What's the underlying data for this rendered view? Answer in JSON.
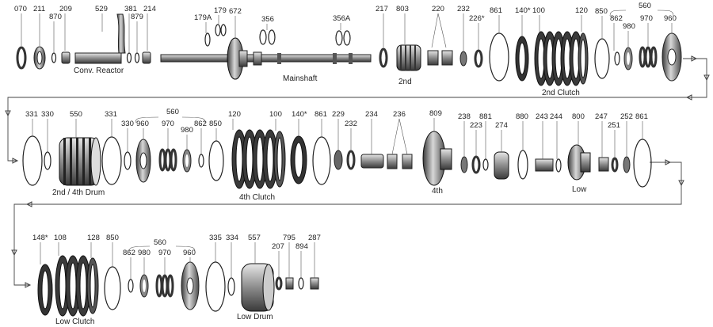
{
  "part_numbers": {
    "row1": [
      "070",
      "211",
      "870",
      "209",
      "529",
      "381",
      "879",
      "214",
      "179A",
      "179",
      "672",
      "356",
      "356A",
      "217",
      "803",
      "220",
      "232",
      "226*",
      "861",
      "140*",
      "100",
      "120",
      "850",
      "560",
      "862",
      "980",
      "970",
      "960"
    ],
    "row2": [
      "331",
      "330",
      "550",
      "331",
      "560",
      "330",
      "960",
      "970",
      "980",
      "862",
      "850",
      "120",
      "100",
      "140*",
      "861",
      "229",
      "232",
      "234",
      "236",
      "809",
      "238",
      "223",
      "881",
      "274",
      "880",
      "243",
      "244",
      "800",
      "247",
      "251",
      "252",
      "861"
    ],
    "row3": [
      "148*",
      "108",
      "128",
      "850",
      "560",
      "862",
      "980",
      "970",
      "960",
      "335",
      "334",
      "557",
      "207",
      "795",
      "894",
      "287"
    ]
  },
  "captions": {
    "conv_reactor": "Conv. Reactor",
    "mainshaft": "Mainshaft",
    "second": "2nd",
    "second_clutch": "2nd Clutch",
    "drum_2nd_4th": "2nd / 4th Drum",
    "fourth_clutch": "4th Clutch",
    "fourth": "4th",
    "low": "Low",
    "low_clutch": "Low Clutch",
    "low_drum": "Low Drum"
  },
  "colors": {
    "line": "#444444",
    "part_dark": "#2a2a2a",
    "part_mid": "#8a8a8a",
    "part_light": "#d4d4d4"
  }
}
